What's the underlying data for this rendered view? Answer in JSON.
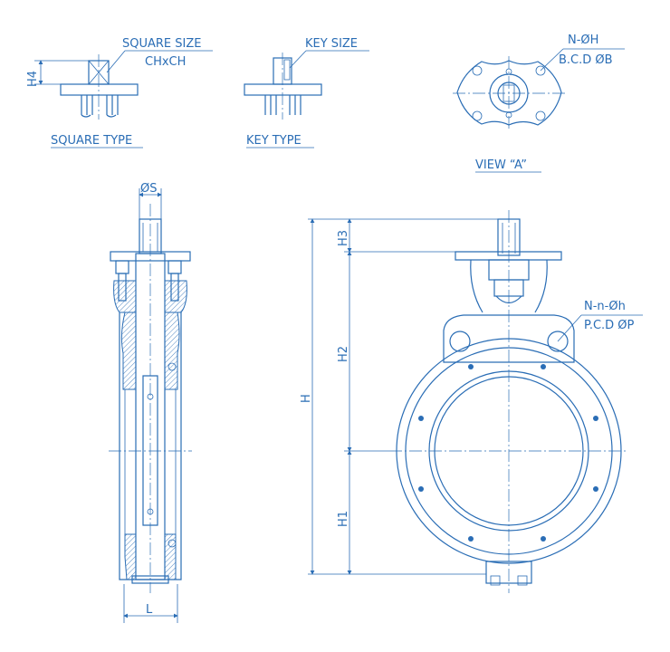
{
  "labels": {
    "square_size": "SQUARE SIZE",
    "chxch": "CHxCH",
    "key_size": "KEY SIZE",
    "n_phi_h": "N-ØH",
    "bcd_phi_b": "B.C.D ØB",
    "square_type": "SQUARE TYPE",
    "key_type": "KEY TYPE",
    "view_a": "VIEW “A”",
    "phi_s": "ØS",
    "h4": "H4",
    "h3": "H3",
    "h2": "H2",
    "h1": "H1",
    "h": "H",
    "l": "L",
    "n_n_phi_h": "N-n-Øh",
    "pcd_phi_p": "P.C.D ØP"
  },
  "colors": {
    "line": "#2a6db5",
    "background": "#ffffff"
  }
}
